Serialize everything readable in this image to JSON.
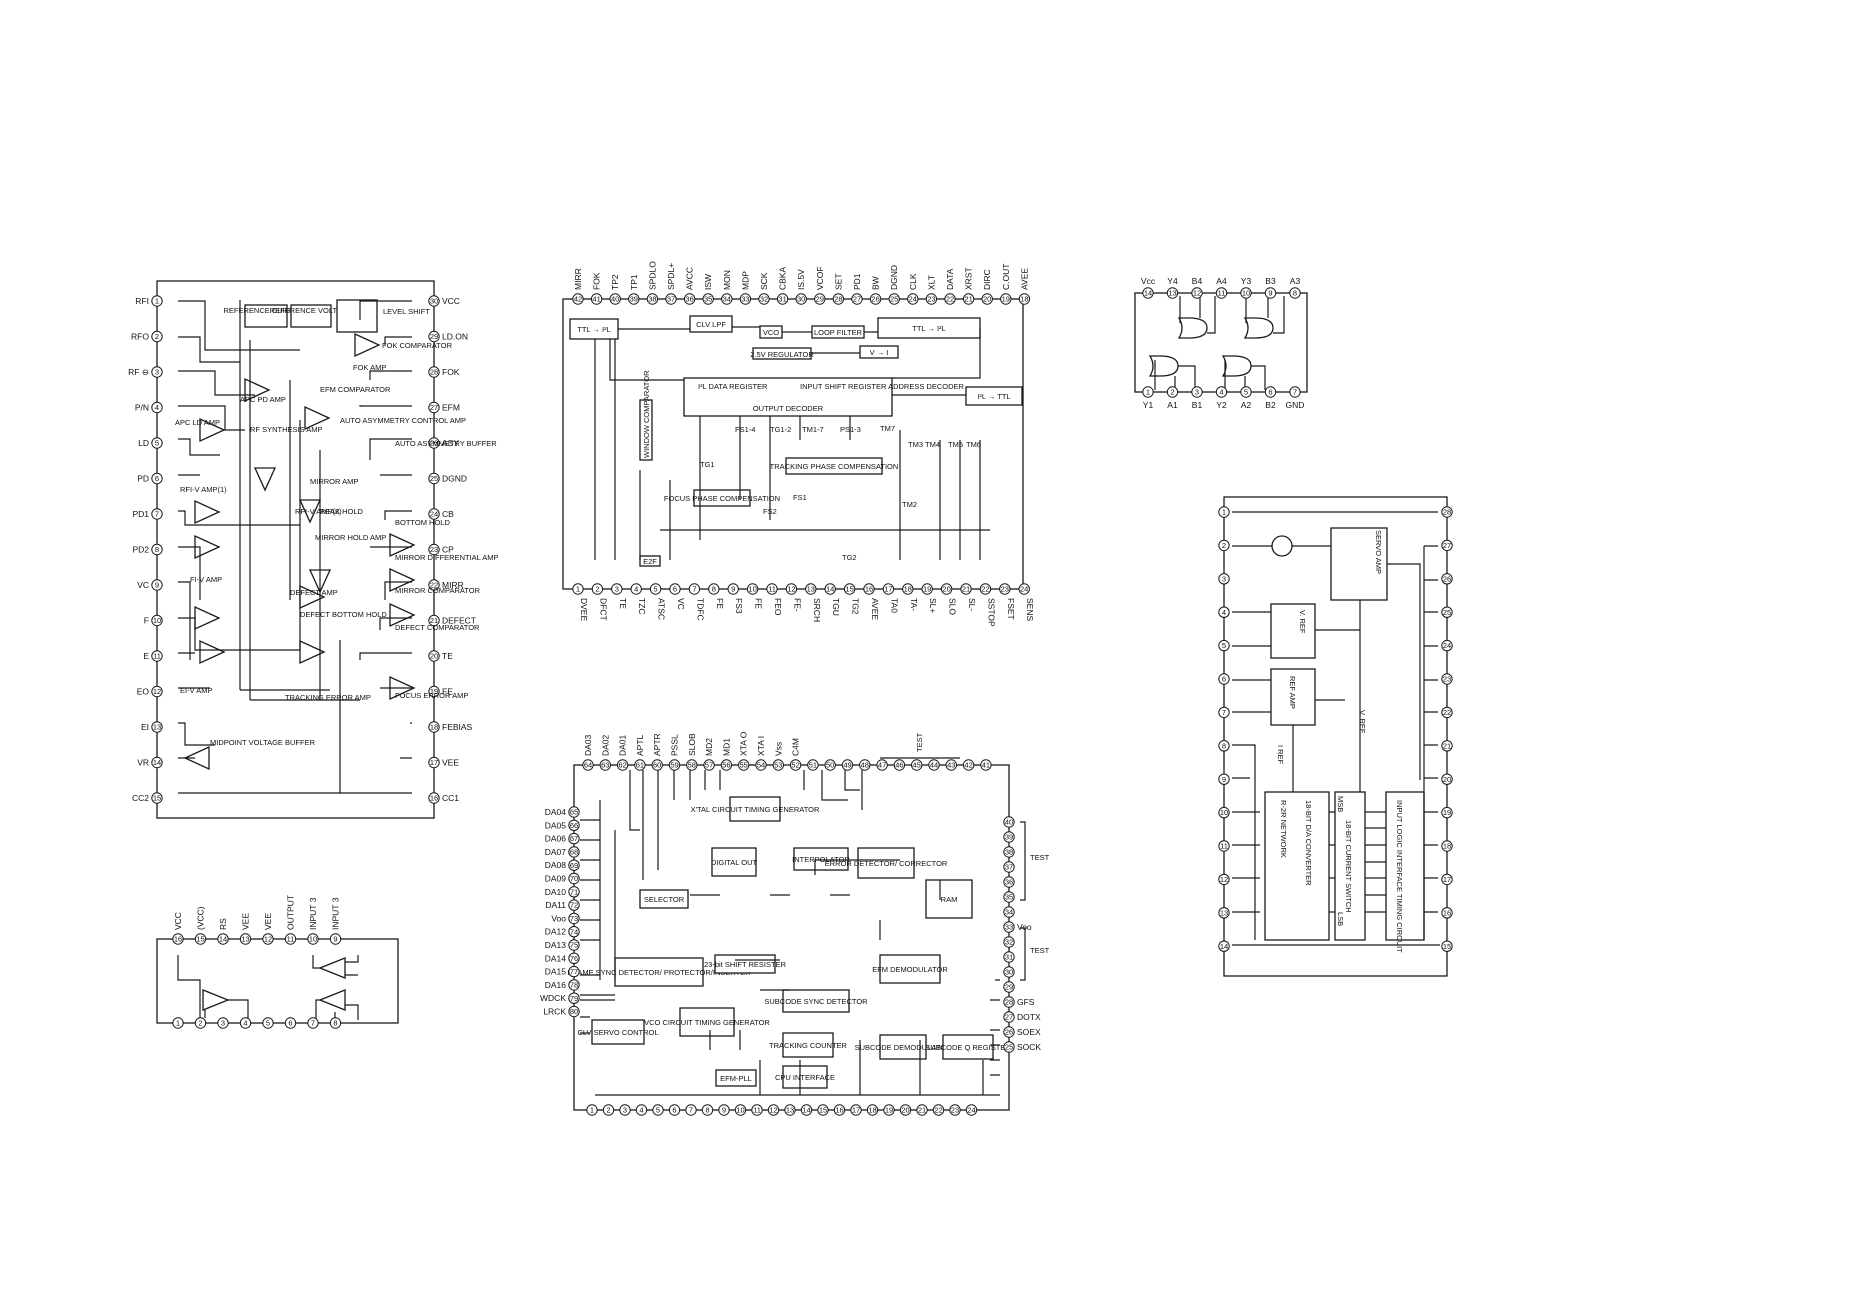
{
  "diagrams": {
    "rf_amp": {
      "pins_left": [
        {
          "num": "1",
          "name": "RFI"
        },
        {
          "num": "2",
          "name": "RFO"
        },
        {
          "num": "3",
          "name": "RF ⊖"
        },
        {
          "num": "4",
          "name": "P/N"
        },
        {
          "num": "5",
          "name": "LD"
        },
        {
          "num": "6",
          "name": "PD"
        },
        {
          "num": "7",
          "name": "PD1"
        },
        {
          "num": "8",
          "name": "PD2"
        },
        {
          "num": "9",
          "name": "VC"
        },
        {
          "num": "10",
          "name": "F"
        },
        {
          "num": "11",
          "name": "E"
        },
        {
          "num": "12",
          "name": "EO"
        },
        {
          "num": "13",
          "name": "EI"
        },
        {
          "num": "14",
          "name": "VR"
        },
        {
          "num": "15",
          "name": "CC2"
        }
      ],
      "pins_right": [
        {
          "num": "30",
          "name": "VCC"
        },
        {
          "num": "29",
          "name": "LD.ON"
        },
        {
          "num": "28",
          "name": "FOK"
        },
        {
          "num": "27",
          "name": "EFM"
        },
        {
          "num": "26",
          "name": "ASY"
        },
        {
          "num": "25",
          "name": "DGND"
        },
        {
          "num": "24",
          "name": "CB"
        },
        {
          "num": "23",
          "name": "CP"
        },
        {
          "num": "22",
          "name": "MIRR"
        },
        {
          "num": "21",
          "name": "DEFECT"
        },
        {
          "num": "20",
          "name": "TE"
        },
        {
          "num": "19",
          "name": "FE"
        },
        {
          "num": "18",
          "name": "FEBIAS"
        },
        {
          "num": "17",
          "name": "VEE"
        },
        {
          "num": "16",
          "name": "CC1"
        }
      ],
      "blocks": [
        "REFERENCE CURRENT",
        "REFERENCE VOLTAGE",
        "LEVEL SHIFT"
      ],
      "labels": [
        "FOK COMPARATOR",
        "FOK AMP",
        "APC PD AMP",
        "APC LD AMP",
        "EFM COMPARATOR",
        "AUTO ASYMMETRY CONTROL AMP",
        "AUTO ASYMMETRY BUFFER",
        "RF SYNTHESIS AMP",
        "MIRROR AMP",
        "RFI-V AMP(1)",
        "RFI-V AMP(2)",
        "PEAK HOLD",
        "BOTTOM HOLD",
        "MIRROR HOLD AMP",
        "MIRROR DIFFERENTIAL AMP",
        "MIRROR COMPARATOR",
        "FI-V AMP",
        "DEFECT AMP",
        "DEFECT BOTTOM HOLD",
        "DEFECT COMPARATOR",
        "EI-V AMP",
        "TRACKING ERROR AMP",
        "FOCUS ERROR AMP",
        "MIDPOINT VOLTAGE BUFFER"
      ]
    },
    "servo": {
      "pins_top": [
        {
          "num": "42",
          "name": "MIRR"
        },
        {
          "num": "41",
          "name": "FOK"
        },
        {
          "num": "40",
          "name": "TP2"
        },
        {
          "num": "39",
          "name": "TP1"
        },
        {
          "num": "38",
          "name": "SPDLO"
        },
        {
          "num": "37",
          "name": "SPDL+"
        },
        {
          "num": "36",
          "name": "AVCC"
        },
        {
          "num": "35",
          "name": "ISW"
        },
        {
          "num": "34",
          "name": "MON"
        },
        {
          "num": "33",
          "name": "MDP"
        },
        {
          "num": "32",
          "name": "SCK"
        },
        {
          "num": "31",
          "name": "CBKA"
        },
        {
          "num": "30",
          "name": "IS.5V"
        },
        {
          "num": "29",
          "name": "VCOF"
        },
        {
          "num": "28",
          "name": "SET"
        },
        {
          "num": "27",
          "name": "PD1"
        },
        {
          "num": "26",
          "name": "BW"
        },
        {
          "num": "25",
          "name": "DGND"
        },
        {
          "num": "24",
          "name": "CLK"
        },
        {
          "num": "23",
          "name": "XLT"
        },
        {
          "num": "22",
          "name": "DATA"
        },
        {
          "num": "21",
          "name": "XRST"
        },
        {
          "num": "20",
          "name": "DIRC"
        },
        {
          "num": "19",
          "name": "C.OUT"
        },
        {
          "num": "18",
          "name": "AVEE"
        }
      ],
      "pins_bottom": [
        {
          "num": "1",
          "name": "DVEE"
        },
        {
          "num": "2",
          "name": "DFCT"
        },
        {
          "num": "3",
          "name": "TE"
        },
        {
          "num": "4",
          "name": "TZC"
        },
        {
          "num": "5",
          "name": "ATSC"
        },
        {
          "num": "6",
          "name": "VC"
        },
        {
          "num": "7",
          "name": "TDFC"
        },
        {
          "num": "8",
          "name": "FE"
        },
        {
          "num": "9",
          "name": "FS3"
        },
        {
          "num": "10",
          "name": "FE"
        },
        {
          "num": "11",
          "name": "FEO"
        },
        {
          "num": "12",
          "name": "FE-"
        },
        {
          "num": "13",
          "name": "SRCH"
        },
        {
          "num": "14",
          "name": "TGU"
        },
        {
          "num": "15",
          "name": "TG2"
        },
        {
          "num": "16",
          "name": "AVEE"
        },
        {
          "num": "17",
          "name": "TA0"
        },
        {
          "num": "18",
          "name": "TA-"
        },
        {
          "num": "19",
          "name": "SL+"
        },
        {
          "num": "20",
          "name": "SLO"
        },
        {
          "num": "21",
          "name": "SL-"
        },
        {
          "num": "22",
          "name": "SSTOP"
        },
        {
          "num": "23",
          "name": "FSET"
        },
        {
          "num": "24",
          "name": "SENS"
        }
      ],
      "blocks": [
        "TTL → I²L",
        "CLV LPF",
        "VCO",
        "LOOP FILTER",
        "TTL → I²L",
        "2.5V REGULATOR",
        "V → I",
        "I²L DATA REGISTER",
        "INPUT SHIFT REGISTER ADDRESS DECODER",
        "OUTPUT DECODER",
        "I²L → TTL",
        "WINDOW COMPARATOR",
        "TRACKING PHASE COMPENSATION",
        "FOCUS PHASE COMPENSATION"
      ],
      "labels": [
        "FS1-4",
        "TG1-2",
        "TM1-7",
        "PS1-3",
        "TM3",
        "TM4",
        "TM5",
        "TM6",
        "TM7",
        "FS1",
        "FS2",
        "TM2",
        "TG1",
        "TG2",
        "E2F"
      ]
    },
    "nand": {
      "pins_top": [
        {
          "num": "14",
          "name": "Vcc"
        },
        {
          "num": "13",
          "name": "Y4"
        },
        {
          "num": "12",
          "name": "B4"
        },
        {
          "num": "11",
          "name": "A4"
        },
        {
          "num": "10",
          "name": "Y3"
        },
        {
          "num": "9",
          "name": "B3"
        },
        {
          "num": "8",
          "name": "A3"
        }
      ],
      "pins_bottom": [
        {
          "num": "1",
          "name": "Y1"
        },
        {
          "num": "2",
          "name": "A1"
        },
        {
          "num": "3",
          "name": "B1"
        },
        {
          "num": "4",
          "name": "Y2"
        },
        {
          "num": "5",
          "name": "A2"
        },
        {
          "num": "6",
          "name": "B2"
        },
        {
          "num": "7",
          "name": "GND"
        }
      ]
    },
    "dac": {
      "blocks": [
        "SERVO AMP",
        "V. REF",
        "REF AMP",
        "R-2R NETWORK",
        "18-BIT D/A CONVERTER",
        "18-BIT CURRENT SWITCH",
        "INPUT LOGIC INTERFACE TIMING CIRCUIT"
      ],
      "labels": [
        "V. REF",
        "I REF",
        "MSB",
        "LSB"
      ]
    },
    "opamp": {
      "pins_top": [
        {
          "num": "16",
          "name": "VCC"
        },
        {
          "num": "15",
          "name": "(VCC)"
        },
        {
          "num": "14",
          "name": "RS"
        },
        {
          "num": "13",
          "name": "VEE"
        },
        {
          "num": "12",
          "name": "VEE"
        },
        {
          "num": "11",
          "name": "OUTPUT"
        },
        {
          "num": "10",
          "name": "INPUT 3"
        },
        {
          "num": "9",
          "name": "INPUT 3"
        }
      ],
      "pins_bottom": [
        "1",
        "2",
        "3",
        "4",
        "5",
        "6",
        "7",
        "8"
      ]
    },
    "dsp": {
      "pins_left": [
        {
          "num": "65",
          "name": "DA04"
        },
        {
          "num": "66",
          "name": "DA05"
        },
        {
          "num": "67",
          "name": "DA06"
        },
        {
          "num": "68",
          "name": "DA07"
        },
        {
          "num": "69",
          "name": "DA08"
        },
        {
          "num": "70",
          "name": "DA09"
        },
        {
          "num": "71",
          "name": "DA10"
        },
        {
          "num": "72",
          "name": "DA11"
        },
        {
          "num": "73",
          "name": "Voo"
        },
        {
          "num": "74",
          "name": "DA12"
        },
        {
          "num": "75",
          "name": "DA13"
        },
        {
          "num": "76",
          "name": "DA14"
        },
        {
          "num": "77",
          "name": "DA15"
        },
        {
          "num": "78",
          "name": "DA16"
        },
        {
          "num": "79",
          "name": "WDCK"
        },
        {
          "num": "80",
          "name": "LRCK"
        }
      ],
      "pins_top": [
        {
          "num": "64",
          "name": "DA03"
        },
        {
          "num": "63",
          "name": "DA02"
        },
        {
          "num": "62",
          "name": "DA01"
        },
        {
          "num": "61",
          "name": "APTL"
        },
        {
          "num": "60",
          "name": "APTR"
        },
        {
          "num": "59",
          "name": "PSSL"
        },
        {
          "num": "58",
          "name": "SLOB"
        },
        {
          "num": "57",
          "name": "MD2"
        },
        {
          "num": "56",
          "name": "MD1"
        },
        {
          "num": "55",
          "name": "XTA O"
        },
        {
          "num": "54",
          "name": "XTA I"
        },
        {
          "num": "53",
          "name": "Vss"
        },
        {
          "num": "52",
          "name": "C4M"
        },
        {
          "num": "51",
          "name": ""
        },
        {
          "num": "50",
          "name": ""
        },
        {
          "num": "49",
          "name": ""
        },
        {
          "num": "48",
          "name": ""
        },
        {
          "num": "47",
          "name": ""
        },
        {
          "num": "46",
          "name": ""
        },
        {
          "num": "45",
          "name": ""
        },
        {
          "num": "44",
          "name": ""
        },
        {
          "num": "43",
          "name": ""
        },
        {
          "num": "42",
          "name": ""
        },
        {
          "num": "41",
          "name": ""
        }
      ],
      "pins_right": [
        {
          "num": "40",
          "name": ""
        },
        {
          "num": "39",
          "name": ""
        },
        {
          "num": "38",
          "name": ""
        },
        {
          "num": "37",
          "name": ""
        },
        {
          "num": "36",
          "name": ""
        },
        {
          "num": "35",
          "name": ""
        },
        {
          "num": "34",
          "name": ""
        },
        {
          "num": "33",
          "name": "Voo"
        },
        {
          "num": "32",
          "name": ""
        },
        {
          "num": "31",
          "name": ""
        },
        {
          "num": "30",
          "name": ""
        },
        {
          "num": "29",
          "name": ""
        },
        {
          "num": "28",
          "name": "GFS"
        },
        {
          "num": "27",
          "name": "DOTX"
        },
        {
          "num": "26",
          "name": "SOEX"
        },
        {
          "num": "25",
          "name": "SOCK"
        }
      ],
      "pins_bottom": [
        "1",
        "2",
        "3",
        "4",
        "5",
        "6",
        "7",
        "8",
        "9",
        "10",
        "11",
        "12",
        "13",
        "14",
        "15",
        "16",
        "17",
        "18",
        "19",
        "20",
        "21",
        "22",
        "23",
        "24"
      ],
      "test_labels": [
        "TEST",
        "TEST",
        "TEST"
      ],
      "blocks": [
        "X'TAL CIRCUIT TIMING GENERATOR",
        "DIGITAL OUT",
        "INTERPOLATOR",
        "ERROR DETECTOR/ CORRECTOR",
        "SELECTOR",
        "RAM",
        "FRAME SYNC DETECTOR/ PROTECTOR/INSERTER",
        "23-bit SHIFT RESISTER",
        "EFM DEMODULATOR",
        "SUBCODE SYNC DETECTOR",
        "CLV SERVO CONTROL",
        "VCO CIRCUIT TIMING GENERATOR",
        "TRACKING COUNTER",
        "SUBCODE DEMODULATOR",
        "SUBCODE Q REGISTER",
        "EFM-PLL",
        "CPU INTERFACE"
      ]
    }
  }
}
